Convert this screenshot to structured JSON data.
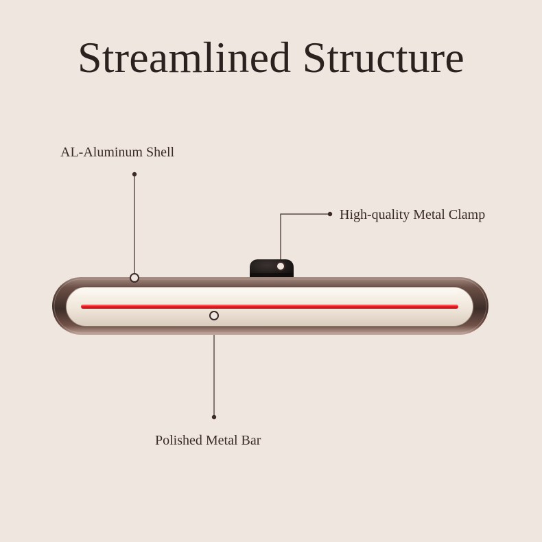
{
  "title": "Streamlined Structure",
  "callouts": {
    "shell": "AL-Aluminum Shell",
    "clamp": "High-quality Metal Clamp",
    "bar": "Polished Metal Bar"
  },
  "colors": {
    "background": "#efe7df",
    "shell": "#6e5147",
    "inner": "#f5f0e8",
    "accent_red": "#e51e25",
    "clamp": "#1f1a18",
    "leader": "#3b2a27"
  }
}
